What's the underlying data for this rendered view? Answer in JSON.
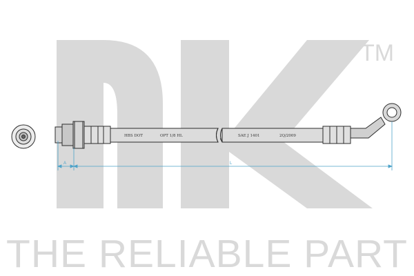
{
  "watermark": {
    "logo_text": "nk",
    "trademark": "TM",
    "tagline": "THE RELIABLE PART",
    "color": "#d9d9d9"
  },
  "hose": {
    "markings": [
      "HBS DOT",
      "OPT 1/8 HL",
      "SAE J 1401",
      "2Q/2009"
    ],
    "dimension_labels": {
      "a": "A",
      "l": "L"
    },
    "line_color": "#2b2b2b",
    "fill_color": "#dcdcdc",
    "dimension_color": "#4da3c9"
  }
}
